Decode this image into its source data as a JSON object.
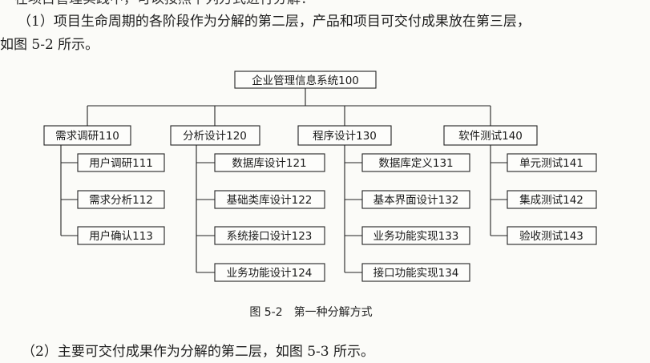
{
  "top_cut_text": "在项目管理实践中，可以按照下列方式进行分解：",
  "paragraph1_line1": "（1）项目生命周期的各阶段作为分解的第二层，产品和项目可交付成果放在第三层，",
  "paragraph1_line2": "如图 5-2 所示。",
  "diagram": {
    "root": "企业管理信息系统100",
    "phases": [
      {
        "label": "需求调研110",
        "children": [
          "用户调研111",
          "需求分析112",
          "用户确认113"
        ]
      },
      {
        "label": "分析设计120",
        "children": [
          "数据库设计121",
          "基础类库设计122",
          "系统接口设计123",
          "业务功能设计124"
        ]
      },
      {
        "label": "程序设计130",
        "children": [
          "数据库定义131",
          "基本界面设计132",
          "业务功能实现133",
          "接口功能实现134"
        ]
      },
      {
        "label": "软件测试140",
        "children": [
          "单元测试141",
          "集成测试142",
          "验收测试143"
        ]
      }
    ],
    "caption": "图 5-2　第一种分解方式"
  },
  "paragraph2": "（2）主要可交付成果作为分解的第二层，如图 5-3 所示。"
}
